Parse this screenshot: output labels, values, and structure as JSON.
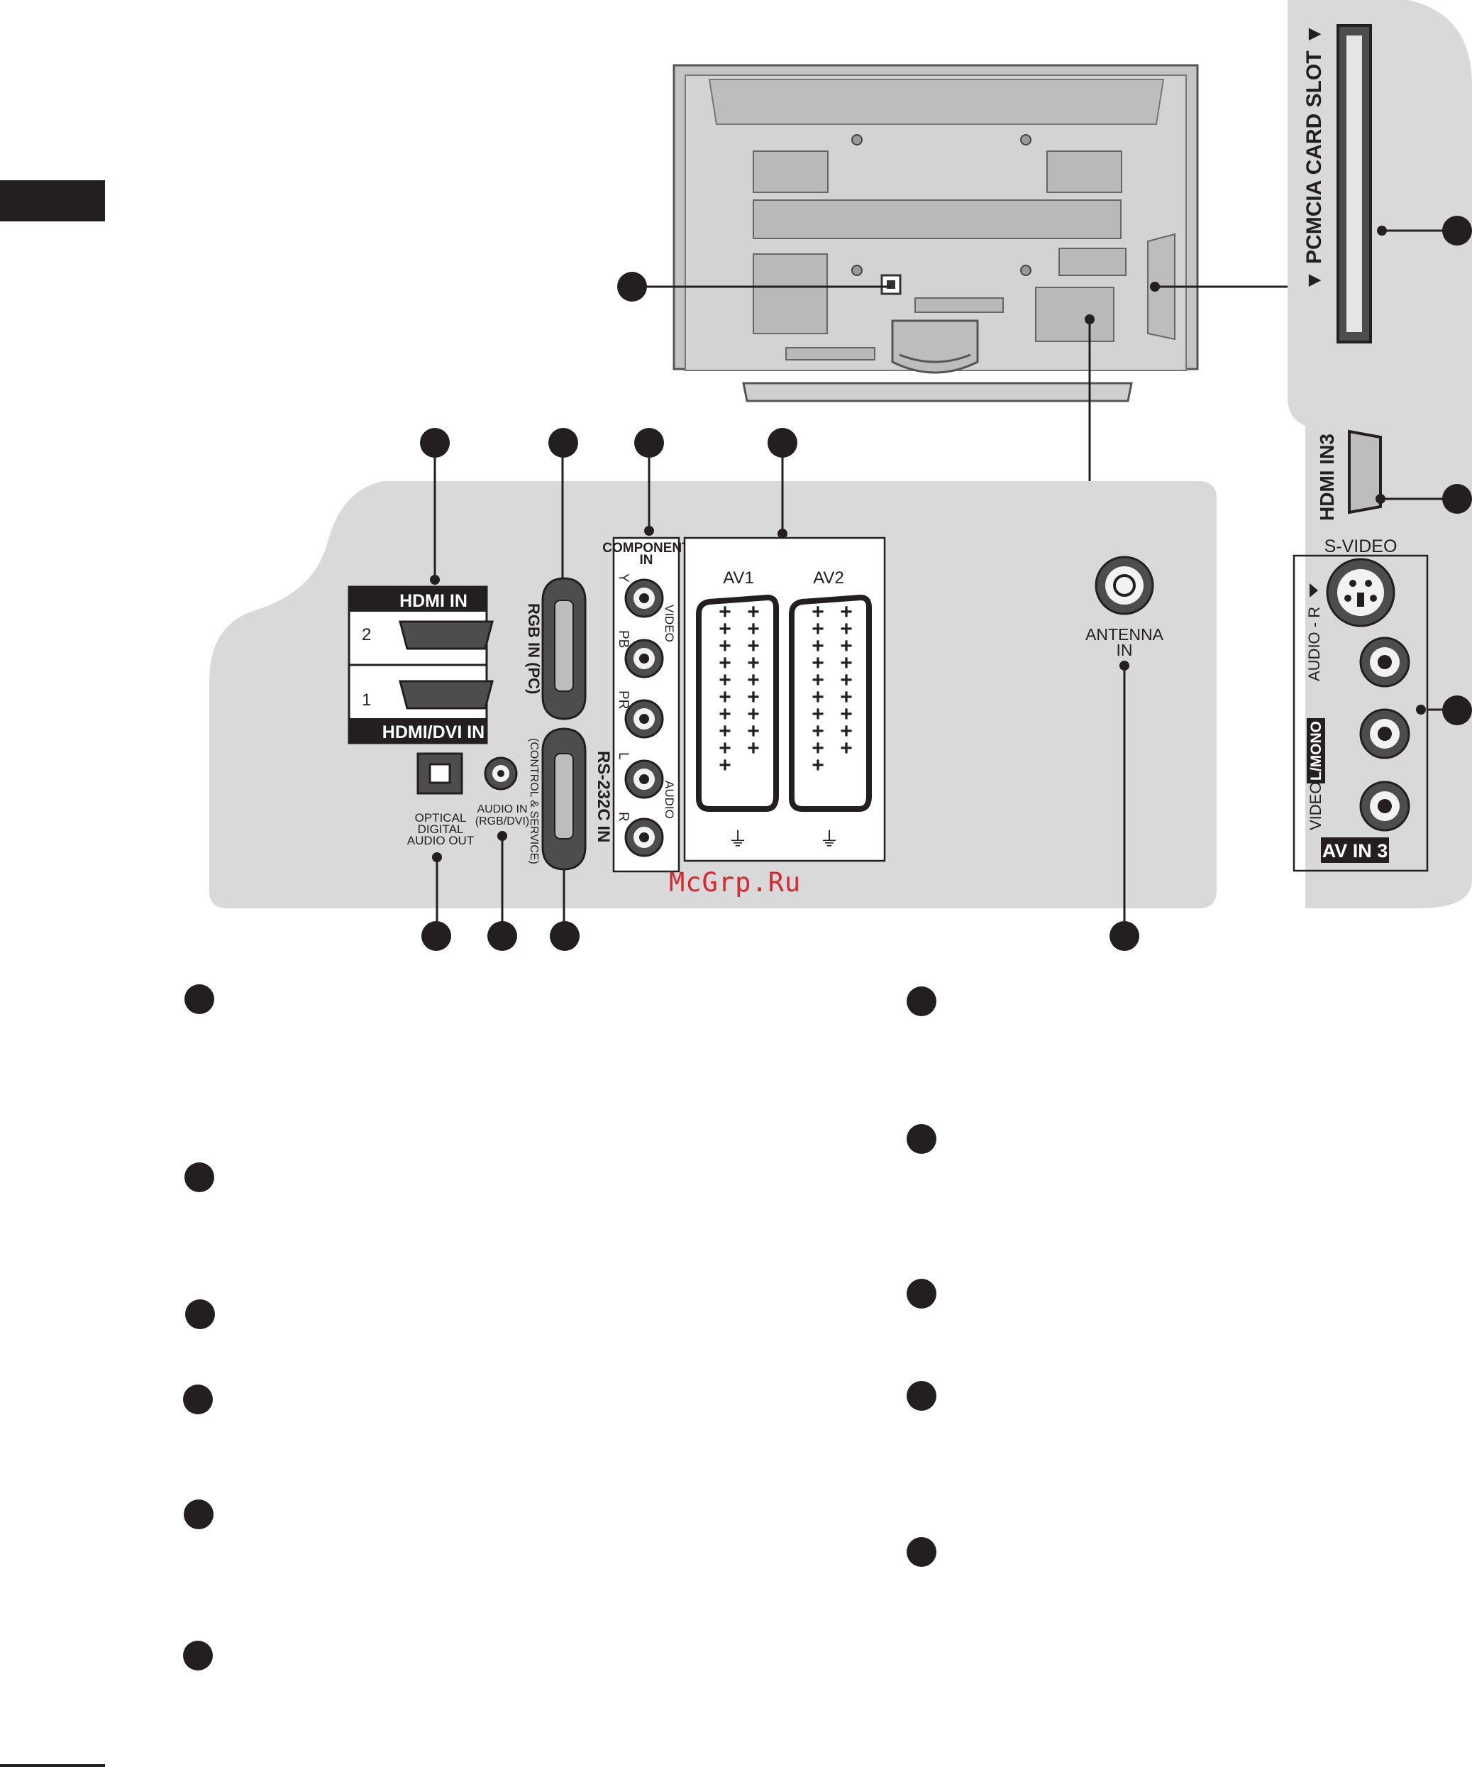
{
  "panel_labels": {
    "hdmi_in": "HDMI IN",
    "hdmi_port_2": "2",
    "hdmi_port_1": "1",
    "hdmi_dvi_in": "HDMI/DVI IN",
    "rgb_in_pc": "RGB IN (PC)",
    "component_in_line1": "COMPONENT",
    "component_in_line2": "IN",
    "component_y": "Y",
    "component_pb": "PB",
    "component_pr": "PR",
    "component_video": "VIDEO",
    "audio_l": "L",
    "audio_r": "R",
    "component_audio": "AUDIO",
    "av1": "AV1",
    "av2": "AV2",
    "antenna_line1": "ANTENNA",
    "antenna_line2": "IN",
    "optical_line1": "OPTICAL",
    "optical_line2": "DIGITAL",
    "optical_line3": "AUDIO OUT",
    "audio_in_line1": "AUDIO IN",
    "audio_in_line2": "(RGB/DVI)",
    "rs232c": "RS-232C IN",
    "rs232c_sub": "(CONTROL & SERVICE)"
  },
  "side_labels": {
    "pcmcia": "▼ PCMCIA CARD SLOT ▼",
    "hdmi_in3": "HDMI IN3",
    "s_video": "S-VIDEO",
    "audio_r": "AUDIO - R",
    "audio_l_mono": "L/MONO",
    "video": "VIDEO",
    "av_in3": "AV IN 3"
  },
  "watermark": "McGrp.Ru",
  "colors": {
    "panel_grey": "#d9d9d9",
    "dark": "#231f20",
    "watermark_red": "#d9272e",
    "tv_body": "#c8c8c8"
  }
}
